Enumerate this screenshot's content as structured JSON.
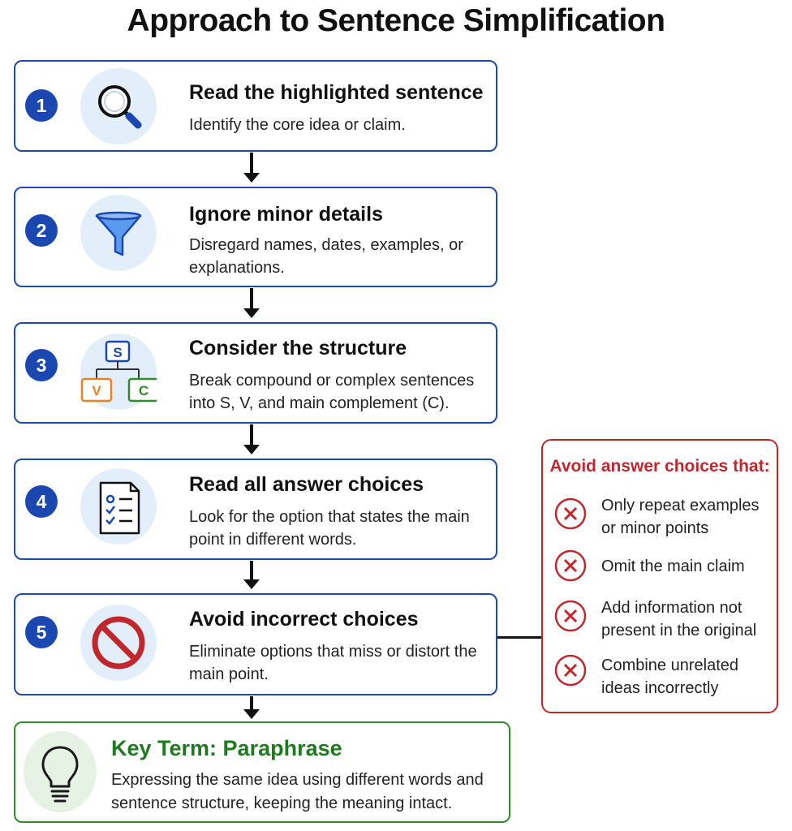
{
  "title": "Approach to Sentence Simplification",
  "colors": {
    "step_border": "#1f4aa8",
    "number_badge": "#1a47b0",
    "icon_bg": "#e3eefb",
    "avoid_red": "#c0282d",
    "key_green": "#1f7a1f"
  },
  "steps": [
    {
      "number": "1",
      "icon": "magnifying-glass-icon",
      "title": "Read the highlighted sentence",
      "desc": "Identify the core idea or claim."
    },
    {
      "number": "2",
      "icon": "funnel-icon",
      "title": "Ignore minor details",
      "desc": "Disregard names, dates, examples, or explanations."
    },
    {
      "number": "3",
      "icon": "sentence-structure-icon",
      "title": "Consider the structure",
      "desc": "Break compound or complex sentences into S, V, and main complement (C).",
      "tree_labels": {
        "s": "S",
        "v": "V",
        "c": "C"
      }
    },
    {
      "number": "4",
      "icon": "checklist-icon",
      "title": "Read all answer choices",
      "desc": "Look for the option that states the main point in different words."
    },
    {
      "number": "5",
      "icon": "prohibited-icon",
      "title": "Avoid incorrect choices",
      "desc": "Eliminate options that miss or distort the main point."
    }
  ],
  "avoid": {
    "title": "Avoid answer choices that:",
    "items": [
      {
        "icon": "x-circle-icon",
        "text": "Only repeat examples or minor points"
      },
      {
        "icon": "x-circle-icon",
        "text": "Omit the main claim"
      },
      {
        "icon": "x-circle-icon",
        "text": "Add information not present in the original"
      },
      {
        "icon": "x-circle-icon",
        "text": "Combine unrelated ideas incorrectly"
      }
    ]
  },
  "key_term": {
    "icon": "lightbulb-icon",
    "title": "Key Term: Paraphrase",
    "desc": "Expressing the same idea using different words and sentence structure, keeping the meaning intact."
  }
}
